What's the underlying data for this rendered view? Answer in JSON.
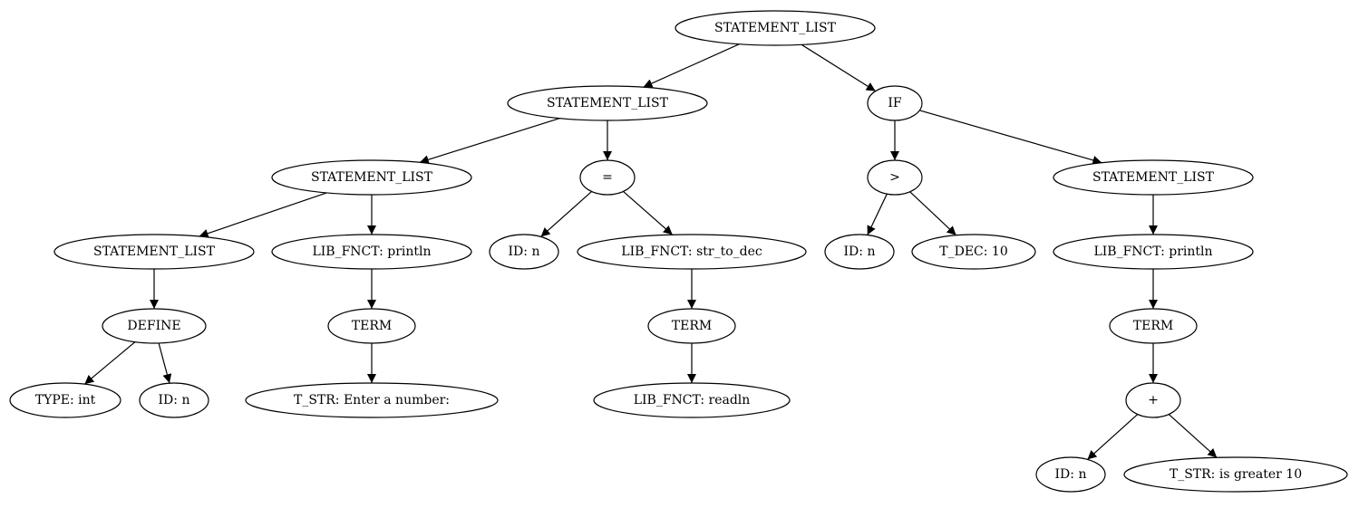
{
  "nodes": [
    {
      "id": "n0",
      "label": "STATEMENT_LIST"
    },
    {
      "id": "n1",
      "label": "STATEMENT_LIST"
    },
    {
      "id": "n2",
      "label": "IF"
    },
    {
      "id": "n3",
      "label": "STATEMENT_LIST"
    },
    {
      "id": "n4",
      "label": "="
    },
    {
      "id": "n5",
      "label": ">"
    },
    {
      "id": "n6",
      "label": "STATEMENT_LIST"
    },
    {
      "id": "n7",
      "label": "STATEMENT_LIST"
    },
    {
      "id": "n8",
      "label": "LIB_FNCT: println"
    },
    {
      "id": "n9",
      "label": "ID: n"
    },
    {
      "id": "n10",
      "label": "LIB_FNCT: str_to_dec"
    },
    {
      "id": "n11",
      "label": "ID: n"
    },
    {
      "id": "n12",
      "label": "T_DEC: 10"
    },
    {
      "id": "n13",
      "label": "LIB_FNCT: println"
    },
    {
      "id": "n14",
      "label": "DEFINE"
    },
    {
      "id": "n15",
      "label": "TERM"
    },
    {
      "id": "n16",
      "label": "TERM"
    },
    {
      "id": "n17",
      "label": "TERM"
    },
    {
      "id": "n18",
      "label": "TYPE: int"
    },
    {
      "id": "n19",
      "label": "ID: n"
    },
    {
      "id": "n20",
      "label": "T_STR: Enter a number:"
    },
    {
      "id": "n21",
      "label": "LIB_FNCT: readln"
    },
    {
      "id": "n22",
      "label": "+"
    },
    {
      "id": "n23",
      "label": "ID: n"
    },
    {
      "id": "n24",
      "label": "T_STR:  is greater 10"
    }
  ],
  "edges": [
    {
      "from": "n0",
      "to": "n1"
    },
    {
      "from": "n0",
      "to": "n2"
    },
    {
      "from": "n1",
      "to": "n3"
    },
    {
      "from": "n1",
      "to": "n4"
    },
    {
      "from": "n2",
      "to": "n5"
    },
    {
      "from": "n2",
      "to": "n6"
    },
    {
      "from": "n3",
      "to": "n7"
    },
    {
      "from": "n3",
      "to": "n8"
    },
    {
      "from": "n4",
      "to": "n9"
    },
    {
      "from": "n4",
      "to": "n10"
    },
    {
      "from": "n5",
      "to": "n11"
    },
    {
      "from": "n5",
      "to": "n12"
    },
    {
      "from": "n6",
      "to": "n13"
    },
    {
      "from": "n7",
      "to": "n14"
    },
    {
      "from": "n8",
      "to": "n15"
    },
    {
      "from": "n10",
      "to": "n16"
    },
    {
      "from": "n13",
      "to": "n17"
    },
    {
      "from": "n14",
      "to": "n18"
    },
    {
      "from": "n14",
      "to": "n19"
    },
    {
      "from": "n15",
      "to": "n20"
    },
    {
      "from": "n16",
      "to": "n21"
    },
    {
      "from": "n17",
      "to": "n22"
    },
    {
      "from": "n22",
      "to": "n23"
    },
    {
      "from": "n22",
      "to": "n24"
    }
  ]
}
